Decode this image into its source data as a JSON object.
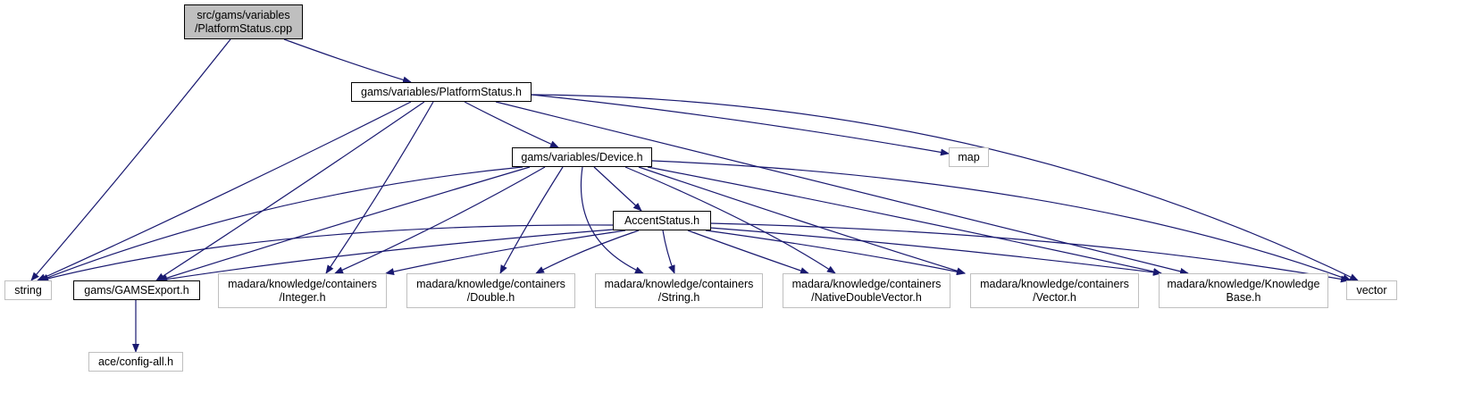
{
  "graph": {
    "edge_color": "#191970",
    "nodes": [
      {
        "id": "platform_cpp",
        "label": "src/gams/variables\n/PlatformStatus.cpp",
        "style": "root",
        "fill": "#bfbfbf"
      },
      {
        "id": "platform_h",
        "label": "gams/variables/PlatformStatus.h",
        "style": "solid"
      },
      {
        "id": "map",
        "label": "map",
        "style": "external"
      },
      {
        "id": "device_h",
        "label": "gams/variables/Device.h",
        "style": "solid"
      },
      {
        "id": "accent_h",
        "label": "AccentStatus.h",
        "style": "solid"
      },
      {
        "id": "string",
        "label": "string",
        "style": "external"
      },
      {
        "id": "gamsexport_h",
        "label": "gams/GAMSExport.h",
        "style": "solid"
      },
      {
        "id": "integer_h",
        "label": "madara/knowledge/containers\n/Integer.h",
        "style": "external"
      },
      {
        "id": "double_h",
        "label": "madara/knowledge/containers\n/Double.h",
        "style": "external"
      },
      {
        "id": "string_h",
        "label": "madara/knowledge/containers\n/String.h",
        "style": "external"
      },
      {
        "id": "ndv_h",
        "label": "madara/knowledge/containers\n/NativeDoubleVector.h",
        "style": "external"
      },
      {
        "id": "vector_h",
        "label": "madara/knowledge/containers\n/Vector.h",
        "style": "external"
      },
      {
        "id": "kb_h",
        "label": "madara/knowledge/Knowledge\nBase.h",
        "style": "external"
      },
      {
        "id": "vector",
        "label": "vector",
        "style": "external"
      },
      {
        "id": "ace_h",
        "label": "ace/config-all.h",
        "style": "external"
      }
    ],
    "edges": [
      [
        "platform_cpp",
        "platform_h"
      ],
      [
        "platform_cpp",
        "string"
      ],
      [
        "platform_h",
        "map"
      ],
      [
        "platform_h",
        "vector"
      ],
      [
        "platform_h",
        "device_h"
      ],
      [
        "platform_h",
        "string"
      ],
      [
        "platform_h",
        "gamsexport_h"
      ],
      [
        "platform_h",
        "integer_h"
      ],
      [
        "platform_h",
        "kb_h"
      ],
      [
        "device_h",
        "accent_h"
      ],
      [
        "device_h",
        "string"
      ],
      [
        "device_h",
        "gamsexport_h"
      ],
      [
        "device_h",
        "integer_h"
      ],
      [
        "device_h",
        "double_h"
      ],
      [
        "device_h",
        "string_h"
      ],
      [
        "device_h",
        "ndv_h"
      ],
      [
        "device_h",
        "vector_h"
      ],
      [
        "device_h",
        "kb_h"
      ],
      [
        "device_h",
        "vector"
      ],
      [
        "accent_h",
        "string"
      ],
      [
        "accent_h",
        "gamsexport_h"
      ],
      [
        "accent_h",
        "integer_h"
      ],
      [
        "accent_h",
        "double_h"
      ],
      [
        "accent_h",
        "string_h"
      ],
      [
        "accent_h",
        "ndv_h"
      ],
      [
        "accent_h",
        "vector_h"
      ],
      [
        "accent_h",
        "kb_h"
      ],
      [
        "accent_h",
        "vector"
      ],
      [
        "gamsexport_h",
        "ace_h"
      ]
    ]
  }
}
